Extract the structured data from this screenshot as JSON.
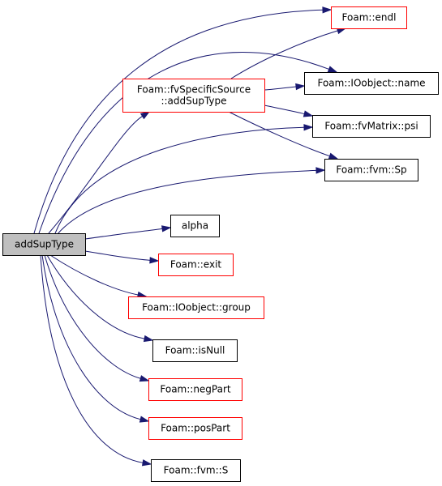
{
  "colors": {
    "edge": "#191970",
    "normal_border": "#000000",
    "link_border": "#ff0000",
    "root_fill": "#bfbfbf",
    "node_fill": "#ffffff"
  },
  "nodes": [
    {
      "id": "addSupType",
      "lines": [
        "addSupType"
      ],
      "kind": "root"
    },
    {
      "id": "fvSpecificSource",
      "lines": [
        "Foam::fvSpecificSource",
        "::addSupType"
      ],
      "kind": "link"
    },
    {
      "id": "endl",
      "lines": [
        "Foam::endl"
      ],
      "kind": "link"
    },
    {
      "id": "IOobject_name",
      "lines": [
        "Foam::IOobject::name"
      ],
      "kind": "normal"
    },
    {
      "id": "fvMatrix_psi",
      "lines": [
        "Foam::fvMatrix::psi"
      ],
      "kind": "normal"
    },
    {
      "id": "fvm_Sp",
      "lines": [
        "Foam::fvm::Sp"
      ],
      "kind": "normal"
    },
    {
      "id": "alpha",
      "lines": [
        "alpha"
      ],
      "kind": "normal"
    },
    {
      "id": "exit",
      "lines": [
        "Foam::exit"
      ],
      "kind": "link"
    },
    {
      "id": "IOobject_group",
      "lines": [
        "Foam::IOobject::group"
      ],
      "kind": "link"
    },
    {
      "id": "isNull",
      "lines": [
        "Foam::isNull"
      ],
      "kind": "normal"
    },
    {
      "id": "negPart",
      "lines": [
        "Foam::negPart"
      ],
      "kind": "link"
    },
    {
      "id": "posPart",
      "lines": [
        "Foam::posPart"
      ],
      "kind": "link"
    },
    {
      "id": "fvm_S",
      "lines": [
        "Foam::fvm::S"
      ],
      "kind": "normal"
    }
  ],
  "edges": [
    {
      "from": "addSupType",
      "to": "endl"
    },
    {
      "from": "addSupType",
      "to": "IOobject_name"
    },
    {
      "from": "addSupType",
      "to": "fvSpecificSource"
    },
    {
      "from": "addSupType",
      "to": "fvMatrix_psi"
    },
    {
      "from": "addSupType",
      "to": "fvm_Sp"
    },
    {
      "from": "addSupType",
      "to": "alpha"
    },
    {
      "from": "addSupType",
      "to": "exit"
    },
    {
      "from": "addSupType",
      "to": "IOobject_group"
    },
    {
      "from": "addSupType",
      "to": "isNull"
    },
    {
      "from": "addSupType",
      "to": "negPart"
    },
    {
      "from": "addSupType",
      "to": "posPart"
    },
    {
      "from": "addSupType",
      "to": "fvm_S"
    },
    {
      "from": "fvSpecificSource",
      "to": "endl"
    },
    {
      "from": "fvSpecificSource",
      "to": "IOobject_name"
    },
    {
      "from": "fvSpecificSource",
      "to": "fvMatrix_psi"
    },
    {
      "from": "fvSpecificSource",
      "to": "fvm_Sp"
    }
  ]
}
